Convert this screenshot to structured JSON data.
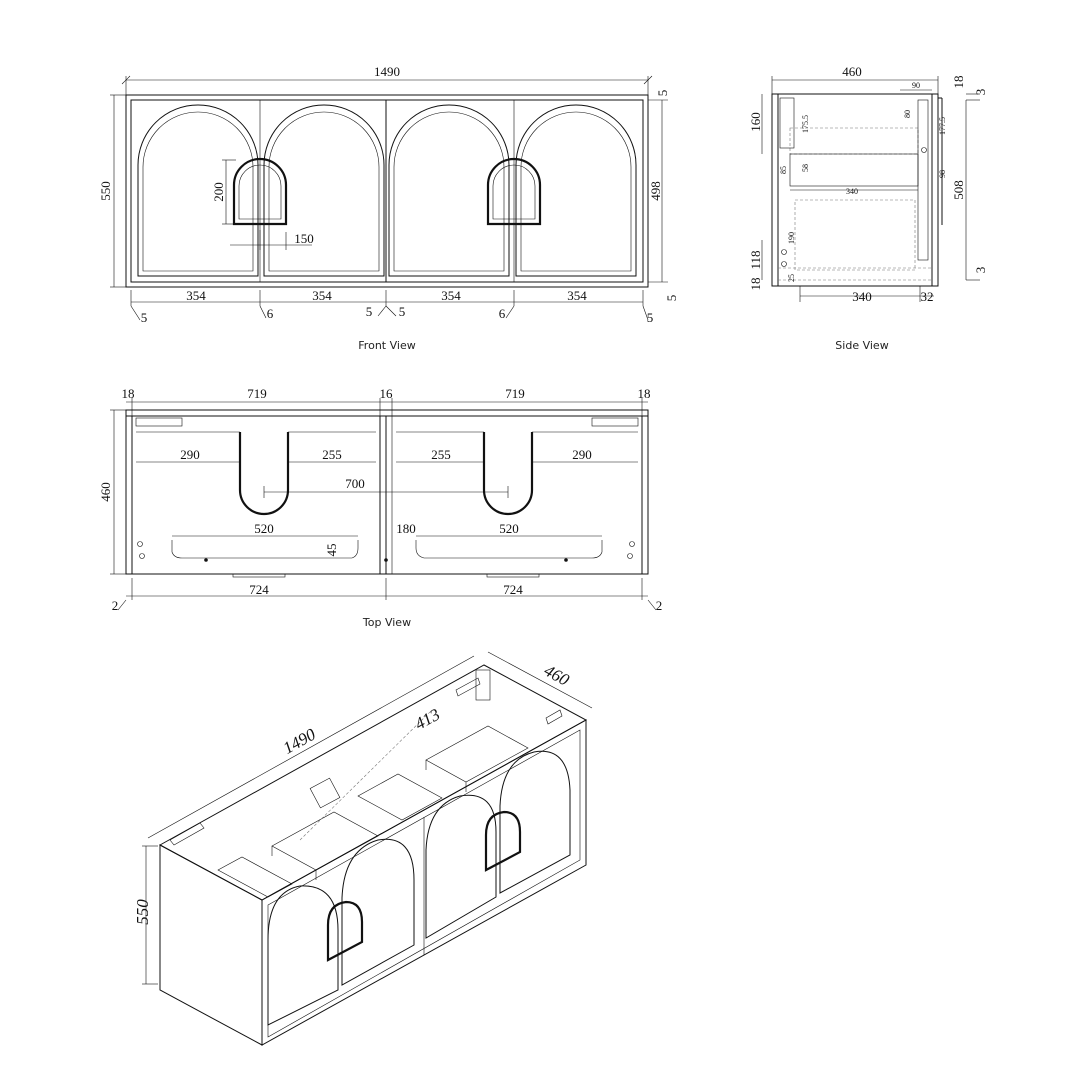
{
  "front": {
    "caption": "Front View",
    "width": "1490",
    "height": "550",
    "inner_height": "498",
    "top_gap": "5",
    "bottom_gap": "5",
    "handle_h": "200",
    "handle_w": "150",
    "doors": [
      "354",
      "354",
      "354",
      "354"
    ],
    "gaps": [
      "5",
      "6",
      "5",
      "5",
      "6",
      "5"
    ]
  },
  "side": {
    "caption": "Side View",
    "depth": "460",
    "d90": "90",
    "d18": "18",
    "d3a": "3",
    "d160": "160",
    "d175": "175.5",
    "d80": "80",
    "d177": "177.5",
    "d58": "58",
    "d85": "85",
    "d98": "98",
    "d340a": "340",
    "d508": "508",
    "d190": "190",
    "d118": "118",
    "d25": "25",
    "d18b": "18",
    "d3b": "3",
    "d340": "340",
    "d32": "32"
  },
  "top": {
    "caption": "Top View",
    "d18a": "18",
    "d719a": "719",
    "d16": "16",
    "d719b": "719",
    "d18b": "18",
    "d460": "460",
    "d290a": "290",
    "d255a": "255",
    "d255b": "255",
    "d290b": "290",
    "d700": "700",
    "d520a": "520",
    "d180": "180",
    "d520b": "520",
    "d45": "45",
    "d2a": "2",
    "d724a": "724",
    "d724b": "724",
    "d2b": "2"
  },
  "iso": {
    "width": "1490",
    "depth": "460",
    "height": "550",
    "inner": "413"
  }
}
